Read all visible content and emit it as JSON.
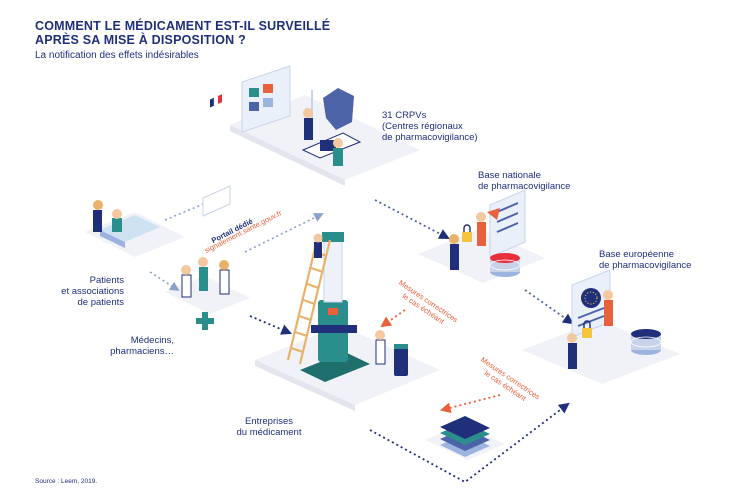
{
  "title_line1": "COMMENT LE MÉDICAMENT EST-IL SURVEILLÉ",
  "title_line2": "APRÈS SA MISE À DISPOSITION ?",
  "subtitle": "La notification des effets indésirables",
  "labels": {
    "crpv": "31 CRPVs\n(Centres régionaux\nde pharmacovigilance)",
    "base_nationale": "Base nationale\nde pharmacovigilance",
    "base_europeenne": "Base européenne\nde pharmacovigilance",
    "patients": "Patients\net associations\nde patients",
    "medecins": "Médecins,\npharmaciens…",
    "entreprises": "Entreprises\ndu médicament"
  },
  "portal": {
    "line1": "Portail dédié",
    "line2": "signalement.sante.gouv.fr"
  },
  "mesures1": "Mesures correctrices\nle cas échéant",
  "mesures2": "Mesures correctrices\nle cas échéant",
  "source": "Source : Leem, 2019.",
  "colors": {
    "navy": "#1f2f7a",
    "orange": "#e8603c",
    "teal": "#2a8f8c",
    "platform": "#f1f2f7"
  }
}
